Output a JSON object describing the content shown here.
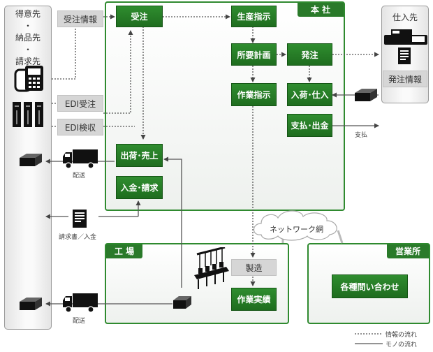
{
  "customer_panel": {
    "lines": [
      "得意先",
      "・",
      "納品先",
      "・",
      "請求先"
    ]
  },
  "supplier_panel": {
    "title": "仕入先",
    "info_box": "発注情報"
  },
  "head_office": {
    "title": "本 社",
    "order": "受注",
    "production_instruction": "生産指示",
    "mrp": "所要計画",
    "purchase_order": "発注",
    "work_instruction": "作業指示",
    "receiving": "入荷･仕入",
    "payment": "支払･出金",
    "shipping_sales": "出荷･売上",
    "receipt_billing": "入金･請求"
  },
  "external_boxes": {
    "order_info": "受注情報",
    "edi_order": "EDI受注",
    "edi_inspection": "EDI検収"
  },
  "factory": {
    "title": "工 場",
    "manufacturing": "製造",
    "work_result": "作業実績"
  },
  "sales_office": {
    "title": "営業所",
    "inquiry": "各種問い合わせ"
  },
  "network_label": "ネットワーク網",
  "flow_labels": {
    "delivery": "配送",
    "payment": "支払",
    "invoice_deposit": "請求書／入金"
  },
  "legend": {
    "info_flow": "情報の流れ",
    "goods_flow": "モノの流れ"
  },
  "icons": [
    "telephone-icon",
    "fax-machine-icon",
    "document-icon",
    "server-icon",
    "package-icon",
    "delivery-truck-icon",
    "factory-conveyor-icon"
  ],
  "colors": {
    "green": "#237a23",
    "panel_border": "#2f8a2f",
    "grey_box": "#d6d6d6"
  }
}
